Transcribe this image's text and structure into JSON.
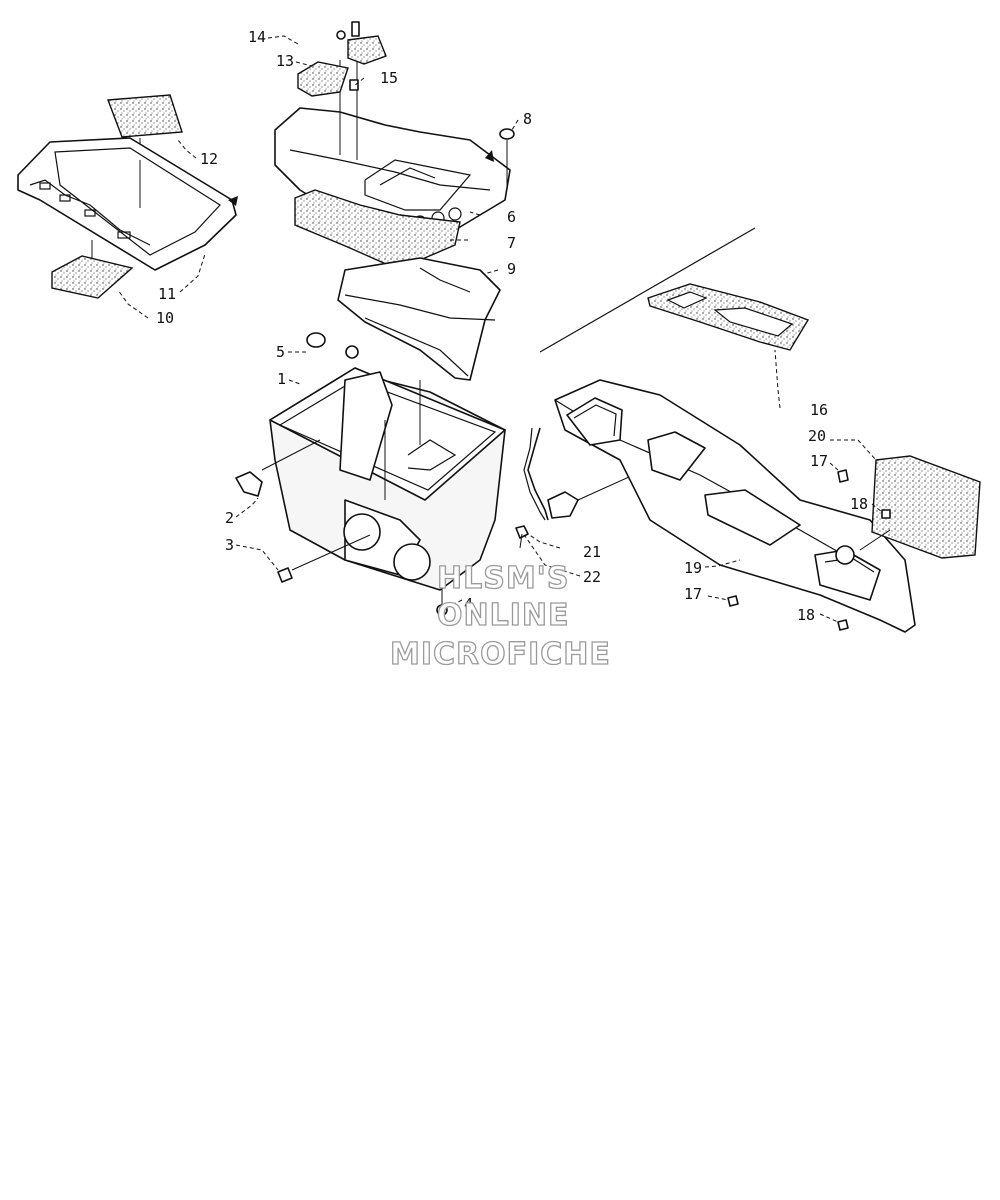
{
  "callouts": [
    {
      "id": "1",
      "label": "1"
    },
    {
      "id": "2",
      "label": "2"
    },
    {
      "id": "3",
      "label": "3"
    },
    {
      "id": "4",
      "label": "4"
    },
    {
      "id": "5",
      "label": "5"
    },
    {
      "id": "6",
      "label": "6"
    },
    {
      "id": "7",
      "label": "7"
    },
    {
      "id": "8",
      "label": "8"
    },
    {
      "id": "9",
      "label": "9"
    },
    {
      "id": "10",
      "label": "10"
    },
    {
      "id": "11",
      "label": "11"
    },
    {
      "id": "12",
      "label": "12"
    },
    {
      "id": "13",
      "label": "13"
    },
    {
      "id": "14",
      "label": "14"
    },
    {
      "id": "15",
      "label": "15"
    },
    {
      "id": "16",
      "label": "16"
    },
    {
      "id": "17a",
      "label": "17"
    },
    {
      "id": "17b",
      "label": "17"
    },
    {
      "id": "18a",
      "label": "18"
    },
    {
      "id": "18b",
      "label": "18"
    },
    {
      "id": "19",
      "label": "19"
    },
    {
      "id": "20",
      "label": "20"
    },
    {
      "id": "21",
      "label": "21"
    },
    {
      "id": "22",
      "label": "22"
    }
  ],
  "watermark": {
    "line1": "HLSM'S",
    "line2": "ONLINE",
    "line3": "MICROFICHE"
  },
  "colors": {
    "ink": "#111111",
    "watermark_outline": "#9a9a9a",
    "background": "#ffffff"
  }
}
